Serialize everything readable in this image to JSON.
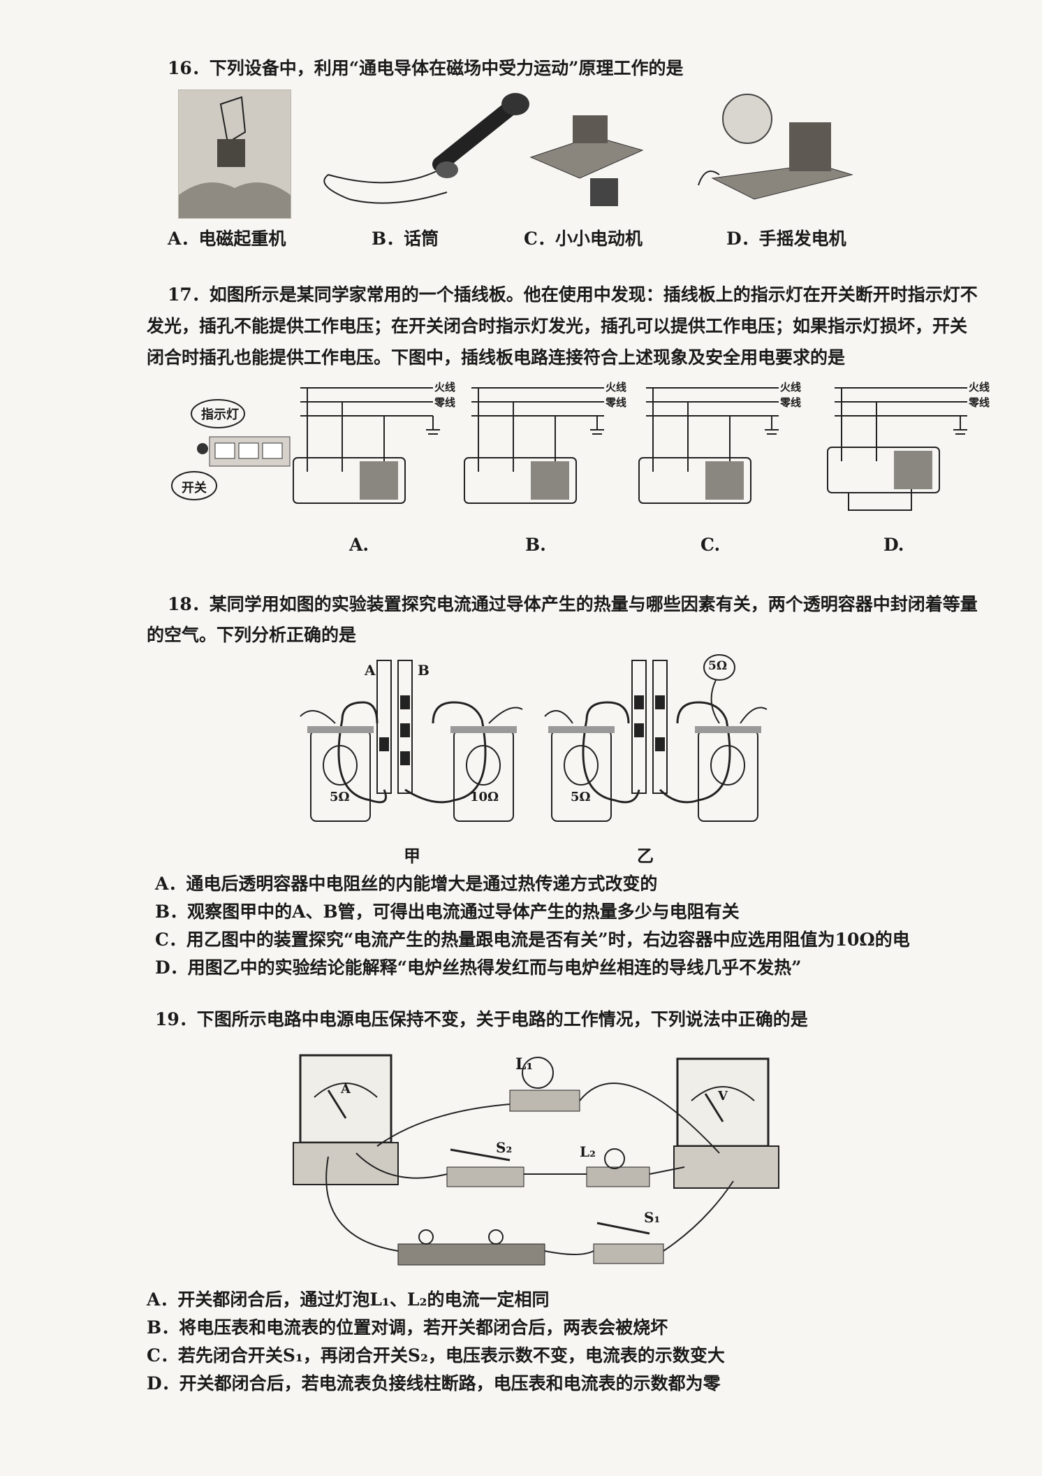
{
  "q16": {
    "stem": "16．下列设备中，利用“通电导体在磁场中受力运动”原理工作的是",
    "options": [
      "A．电磁起重机",
      "B．话筒",
      "C．小小电动机",
      "D．手摇发电机"
    ]
  },
  "q17": {
    "stem_lines": [
      "17．如图所示是某同学家常用的一个插线板。他在使用中发现：插线板上的指示灯在开关断开时指示灯不",
      "发光，插孔不能提供工作电压；在开关闭合时指示灯发光，插孔可以提供工作电压；如果指示灯损坏，开关",
      "闭合时插孔也能提供工作电压。下图中，插线板电路连接符合上述现象及安全用电要求的是"
    ],
    "figure_labels": {
      "indicator": "指示灯",
      "switch": "开关",
      "live": "火线",
      "neutral": "零线"
    },
    "options": [
      "A.",
      "B.",
      "C.",
      "D."
    ]
  },
  "q18": {
    "stem_lines": [
      "18．某同学用如图的实验装置探究电流通过导体产生的热量与哪些因素有关，两个透明容器中封闭着等量",
      "的空气。下列分析正确的是"
    ],
    "figure_labels": {
      "tube_a": "A",
      "tube_b": "B",
      "r_5": "5Ω",
      "r_10": "10Ω",
      "fig_jia": "甲",
      "fig_yi": "乙"
    },
    "options": [
      "A．通电后透明容器中电阻丝的内能增大是通过热传递方式改变的",
      "B．观察图甲中的A、B管，可得出电流通过导体产生的热量多少与电阻有关",
      "C．用乙图中的装置探究“电流产生的热量跟电流是否有关”时，右边容器中应选用阻值为10Ω的电",
      "D．用图乙中的实验结论能解释“电炉丝热得发红而与电炉丝相连的导线几乎不发热”"
    ]
  },
  "q19": {
    "stem": "19．下图所示电路中电源电压保持不变，关于电路的工作情况，下列说法中正确的是",
    "figure_labels": {
      "l1": "L₁",
      "l2": "L₂",
      "s1": "S₁",
      "s2": "S₂",
      "ammeter": "A",
      "voltmeter": "V"
    },
    "options": [
      "A．开关都闭合后，通过灯泡L₁、L₂的电流一定相同",
      "B．将电压表和电流表的位置对调，若开关都闭合后，两表会被烧坏",
      "C．若先闭合开关S₁，再闭合开关S₂，电压表示数不变，电流表的示数变大",
      "D．开关都闭合后，若电流表负接线柱断路，电压表和电流表的示数都为零"
    ]
  }
}
